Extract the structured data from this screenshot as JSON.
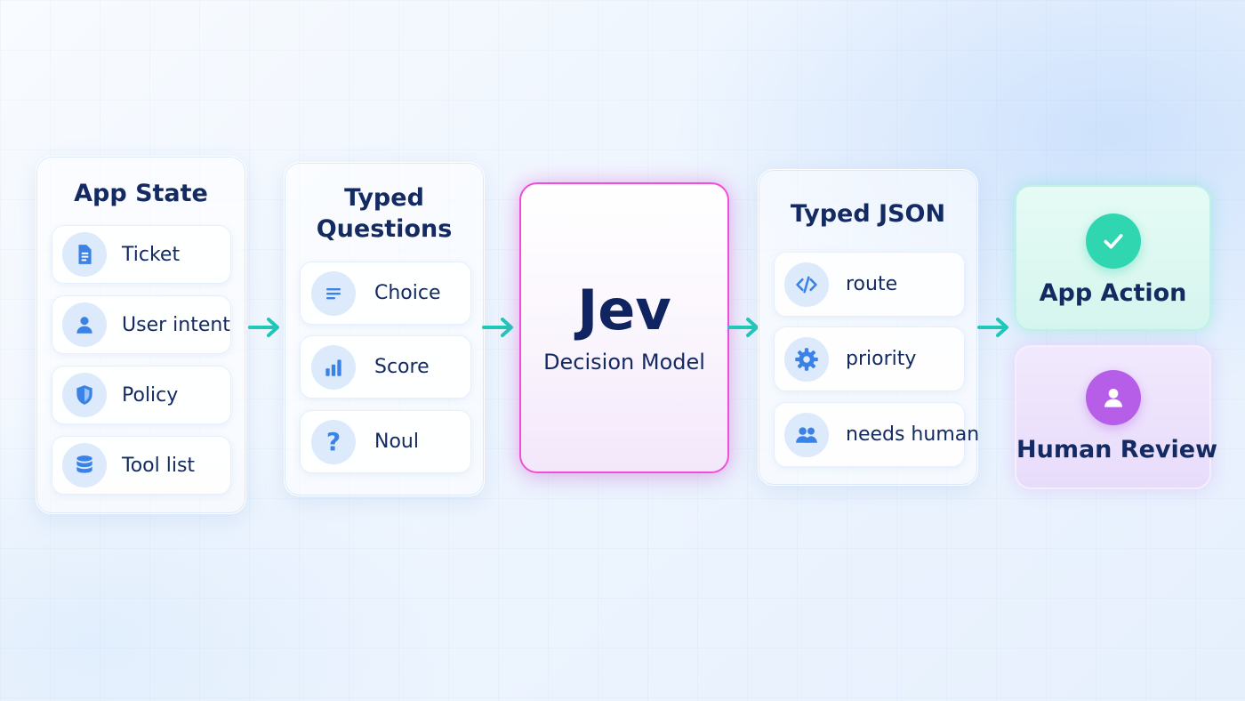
{
  "colors": {
    "arrow": "#1fc8b8",
    "icon_blue": "#3b82e6",
    "icon_bg": "#dceafc",
    "jev_border": "#ee4fd6",
    "action_green": "#2fd6b0",
    "review_purple": "#b65ee8",
    "text_navy": "#142a63"
  },
  "app_state": {
    "title": "App State",
    "items": [
      {
        "label": "Ticket",
        "icon": "document-icon"
      },
      {
        "label": "User intent",
        "icon": "user-icon"
      },
      {
        "label": "Policy",
        "icon": "shield-icon"
      },
      {
        "label": "Tool list",
        "icon": "database-icon"
      }
    ]
  },
  "typed_questions": {
    "title_line1": "Typed",
    "title_line2": "Questions",
    "items": [
      {
        "label": "Choice",
        "icon": "list-icon"
      },
      {
        "label": "Score",
        "icon": "bar-chart-icon"
      },
      {
        "label": "Noul",
        "icon": "question-icon"
      }
    ]
  },
  "model": {
    "title": "Jev",
    "subtitle": "Decision Model"
  },
  "typed_json": {
    "title": "Typed JSON",
    "items": [
      {
        "label": "route",
        "icon": "code-icon"
      },
      {
        "label": "priority",
        "icon": "gear-icon"
      },
      {
        "label": "needs human",
        "icon": "users-icon"
      }
    ]
  },
  "outputs": {
    "action": {
      "label": "App Action",
      "icon": "check-icon"
    },
    "review": {
      "label": "Human Review",
      "icon": "person-icon"
    }
  }
}
